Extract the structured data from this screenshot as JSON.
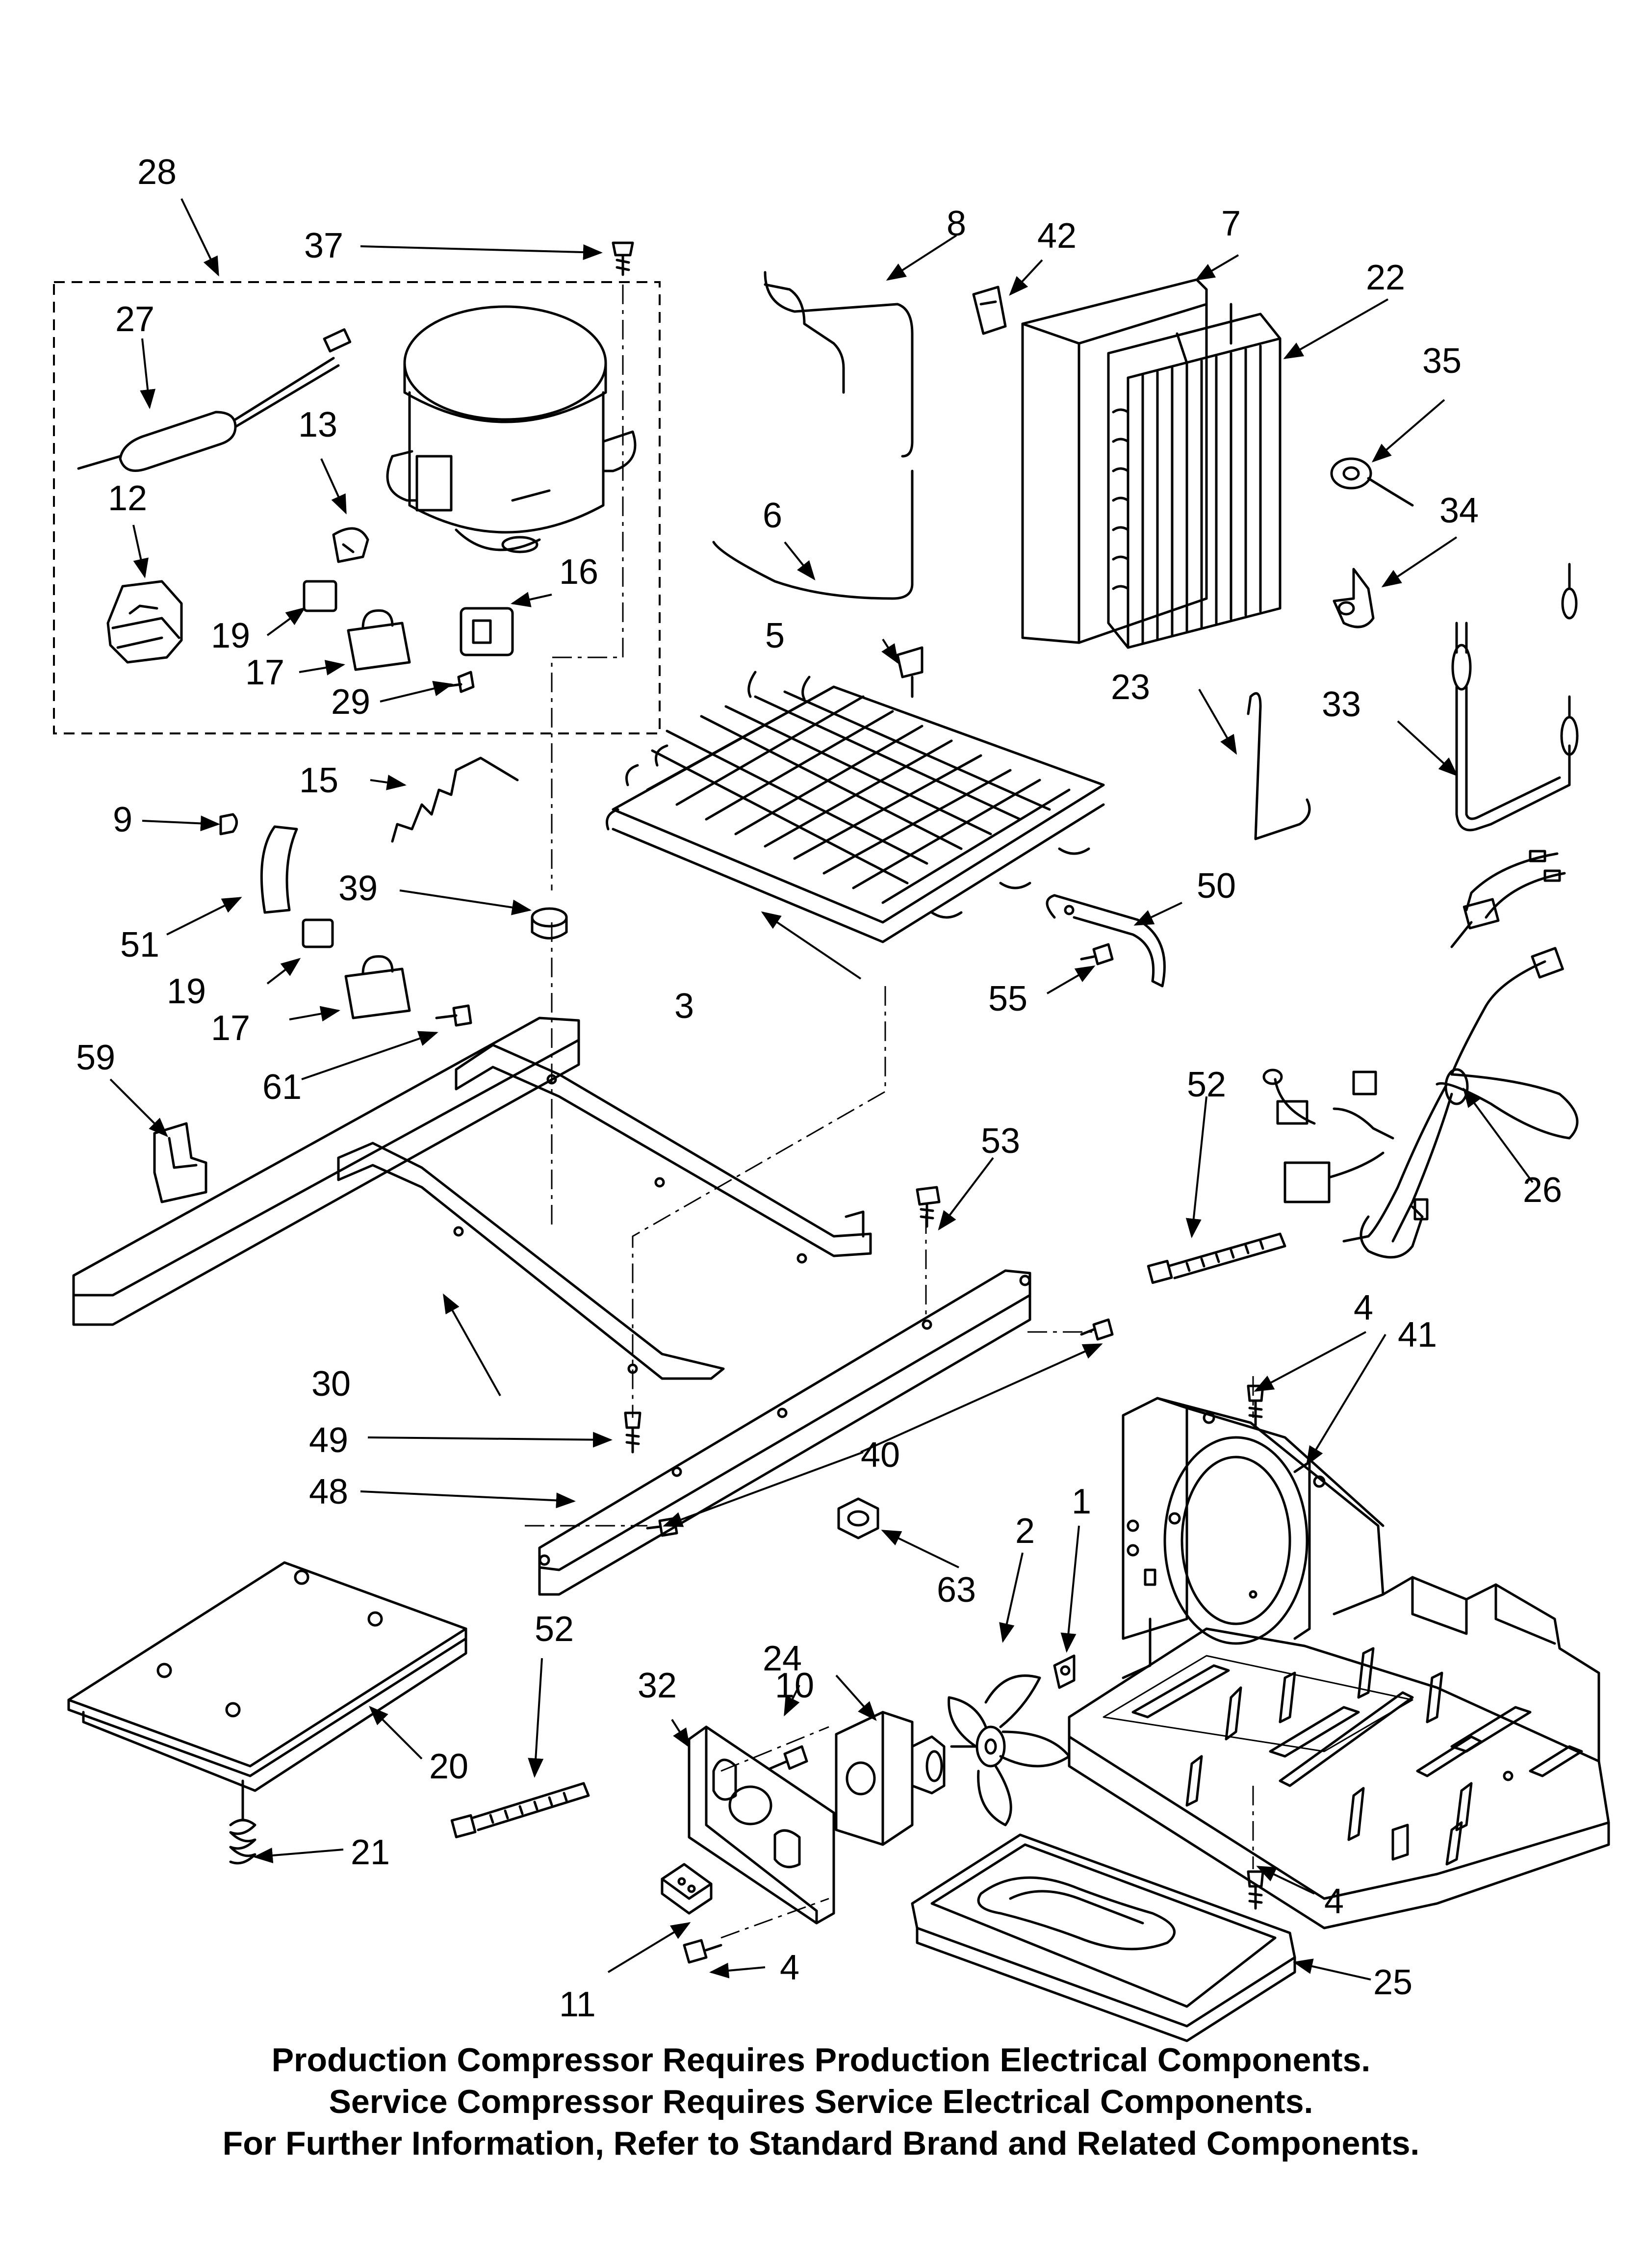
{
  "callouts": [
    {
      "id": "c1",
      "text": "1"
    },
    {
      "id": "c2",
      "text": "2"
    },
    {
      "id": "c3",
      "text": "3"
    },
    {
      "id": "c4a",
      "text": "4"
    },
    {
      "id": "c4b",
      "text": "4"
    },
    {
      "id": "c4c",
      "text": "4"
    },
    {
      "id": "c5",
      "text": "5"
    },
    {
      "id": "c6",
      "text": "6"
    },
    {
      "id": "c7",
      "text": "7"
    },
    {
      "id": "c8",
      "text": "8"
    },
    {
      "id": "c9",
      "text": "9"
    },
    {
      "id": "c10",
      "text": "10"
    },
    {
      "id": "c11",
      "text": "11"
    },
    {
      "id": "c12",
      "text": "12"
    },
    {
      "id": "c13",
      "text": "13"
    },
    {
      "id": "c15",
      "text": "15"
    },
    {
      "id": "c16",
      "text": "16"
    },
    {
      "id": "c17a",
      "text": "17"
    },
    {
      "id": "c17b",
      "text": "17"
    },
    {
      "id": "c19a",
      "text": "19"
    },
    {
      "id": "c19b",
      "text": "19"
    },
    {
      "id": "c20",
      "text": "20"
    },
    {
      "id": "c21",
      "text": "21"
    },
    {
      "id": "c22",
      "text": "22"
    },
    {
      "id": "c23",
      "text": "23"
    },
    {
      "id": "c24",
      "text": "24"
    },
    {
      "id": "c25",
      "text": "25"
    },
    {
      "id": "c26",
      "text": "26"
    },
    {
      "id": "c27",
      "text": "27"
    },
    {
      "id": "c28",
      "text": "28"
    },
    {
      "id": "c29",
      "text": "29"
    },
    {
      "id": "c30",
      "text": "30"
    },
    {
      "id": "c32",
      "text": "32"
    },
    {
      "id": "c33",
      "text": "33"
    },
    {
      "id": "c34",
      "text": "34"
    },
    {
      "id": "c35",
      "text": "35"
    },
    {
      "id": "c37",
      "text": "37"
    },
    {
      "id": "c39",
      "text": "39"
    },
    {
      "id": "c40",
      "text": "40"
    },
    {
      "id": "c41",
      "text": "41"
    },
    {
      "id": "c42",
      "text": "42"
    },
    {
      "id": "c48",
      "text": "48"
    },
    {
      "id": "c49",
      "text": "49"
    },
    {
      "id": "c50",
      "text": "50"
    },
    {
      "id": "c51",
      "text": "51"
    },
    {
      "id": "c52a",
      "text": "52"
    },
    {
      "id": "c52b",
      "text": "52"
    },
    {
      "id": "c53",
      "text": "53"
    },
    {
      "id": "c55",
      "text": "55"
    },
    {
      "id": "c59",
      "text": "59"
    },
    {
      "id": "c61",
      "text": "61"
    },
    {
      "id": "c63",
      "text": "63"
    }
  ],
  "notes": {
    "line1": "Production Compressor Requires Production Electrical Components.",
    "line2": "Service Compressor Requires Service Electrical Components.",
    "line3": "For Further Information, Refer to Standard Brand and Related Components."
  }
}
